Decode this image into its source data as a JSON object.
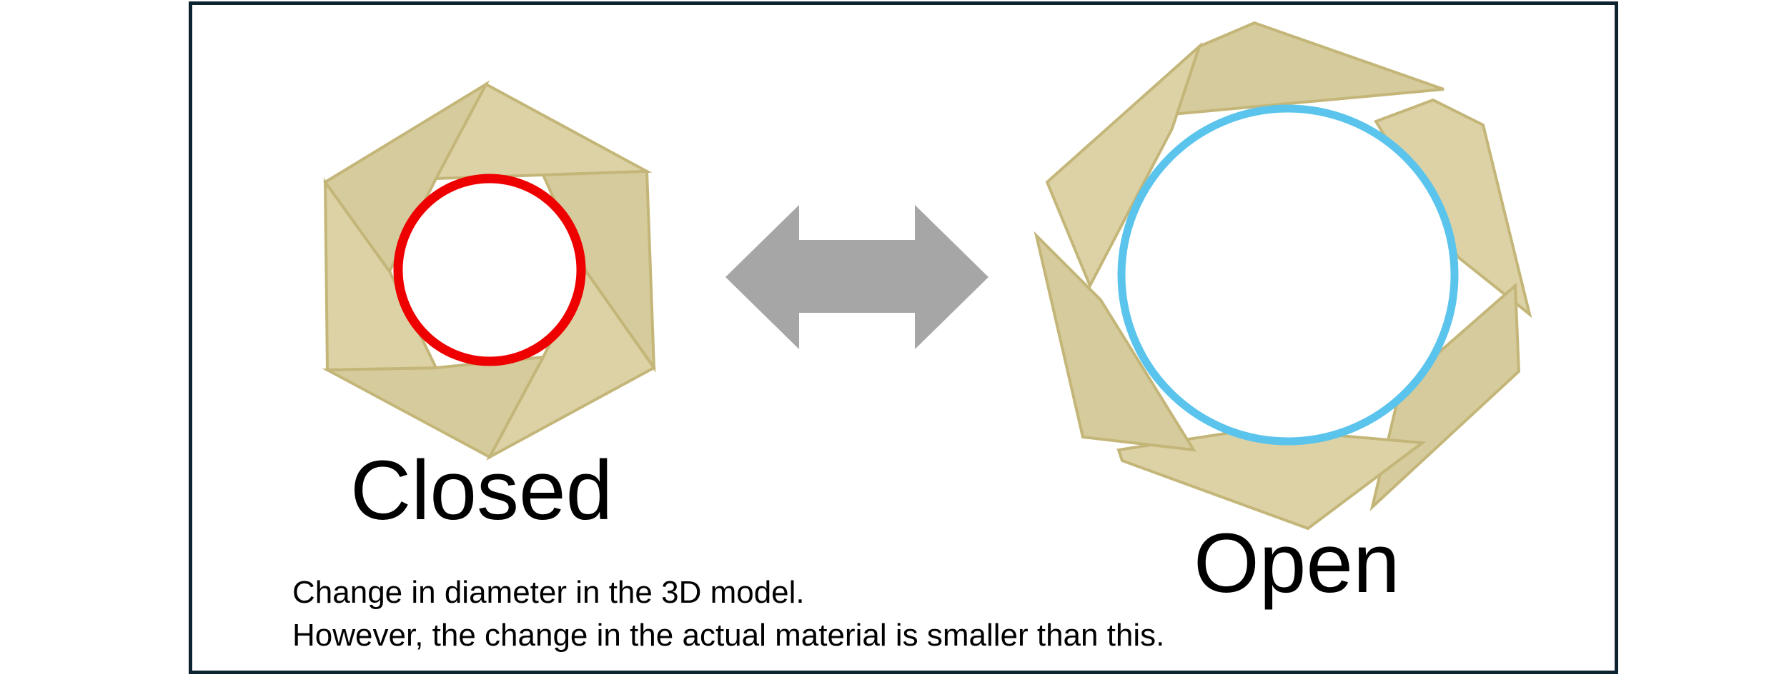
{
  "labels": {
    "closed": "Closed",
    "open": "Open"
  },
  "caption": {
    "line1": "Change in diameter in the 3D model.",
    "line2": "However, the change in the actual material is smaller than this."
  },
  "colors": {
    "frame_border": "#0d2330",
    "blade_face": "#dcd2a6",
    "blade_edge": "#c4b679",
    "closed_circle": "#ee0000",
    "open_circle": "#5bc4ec",
    "arrow": "#a6a6a6"
  }
}
